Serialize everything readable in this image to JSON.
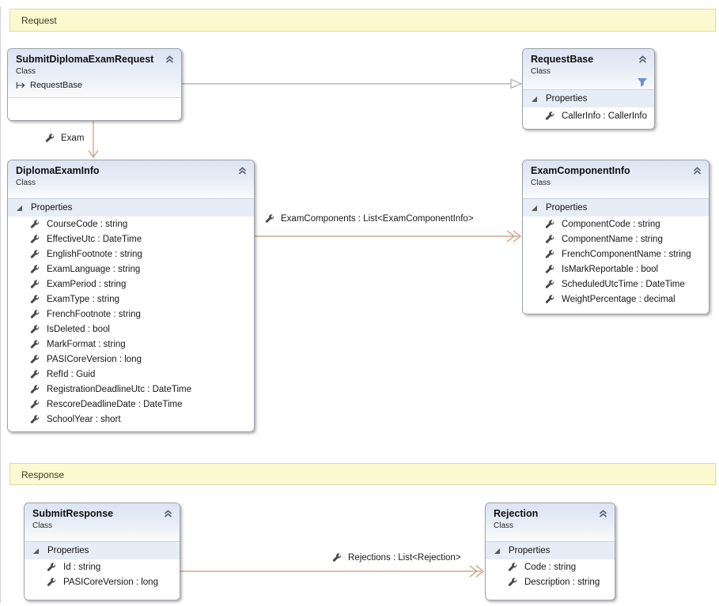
{
  "groups": {
    "request": {
      "label": "Request"
    },
    "response": {
      "label": "Response"
    }
  },
  "classes": {
    "submitDiplomaExamRequest": {
      "title": "SubmitDiplomaExamRequest",
      "kind": "Class",
      "base": "RequestBase"
    },
    "requestBase": {
      "title": "RequestBase",
      "kind": "Class",
      "properties_label": "Properties",
      "properties": [
        "CallerInfo : CallerInfo"
      ]
    },
    "diplomaExamInfo": {
      "title": "DiplomaExamInfo",
      "kind": "Class",
      "properties_label": "Properties",
      "properties": [
        "CourseCode : string",
        "EffectiveUtc : DateTime",
        "EnglishFootnote : string",
        "ExamLanguage : string",
        "ExamPeriod : string",
        "ExamType : string",
        "FrenchFootnote : string",
        "IsDeleted : bool",
        "MarkFormat : string",
        "PASICoreVersion : long",
        "RefId : Guid",
        "RegistrationDeadlineUtc : DateTime",
        "RescoreDeadlineDate : DateTime",
        "SchoolYear : short"
      ]
    },
    "examComponentInfo": {
      "title": "ExamComponentInfo",
      "kind": "Class",
      "properties_label": "Properties",
      "properties": [
        "ComponentCode : string",
        "ComponentName : string",
        "FrenchComponentName : string",
        "IsMarkReportable : bool",
        "ScheduledUtcTime : DateTime",
        "WeightPercentage : decimal"
      ]
    },
    "submitResponse": {
      "title": "SubmitResponse",
      "kind": "Class",
      "properties_label": "Properties",
      "properties": [
        "Id : string",
        "PASICoreVersion : long"
      ]
    },
    "rejection": {
      "title": "Rejection",
      "kind": "Class",
      "properties_label": "Properties",
      "properties": [
        "Code : string",
        "Description : string"
      ]
    }
  },
  "associations": {
    "exam": {
      "label": "Exam"
    },
    "examComponents": {
      "label": "ExamComponents : List<ExamComponentInfo>"
    },
    "rejections": {
      "label": "Rejections : List<Rejection>"
    }
  },
  "colors": {
    "group_bg": "#FBF9D0",
    "group_border": "#DFD9A4",
    "header_gradient_top": "#DBE4F3",
    "section_bg": "#E7EDF7",
    "association_line": "#C89B77",
    "inheritance_line": "#A6A6A6",
    "filter_icon": "#6F97CF"
  }
}
